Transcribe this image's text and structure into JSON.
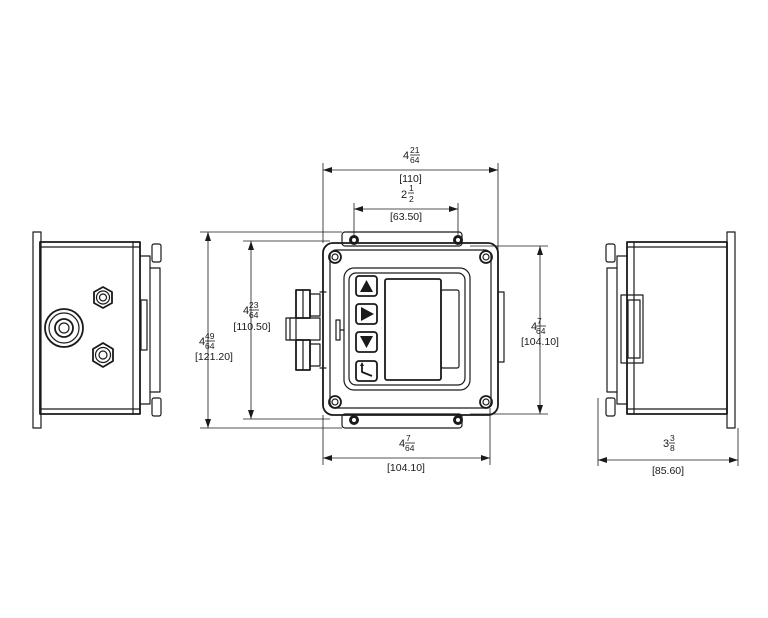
{
  "dimensions": {
    "width_top": {
      "whole": "4",
      "num": "21",
      "den": "64",
      "metric": "[110]"
    },
    "display_width": {
      "whole": "2",
      "num": "1",
      "den": "2",
      "metric": "[63.50]"
    },
    "overall_height": {
      "whole": "4",
      "num": "49",
      "den": "64",
      "metric": "[121.20]"
    },
    "body_height": {
      "whole": "4",
      "num": "23",
      "den": "64",
      "metric": "[110.50]"
    },
    "right_height": {
      "whole": "4",
      "num": "7",
      "den": "64",
      "metric": "[104.10]"
    },
    "bottom_width": {
      "whole": "4",
      "num": "7",
      "den": "64",
      "metric": "[104.10]"
    },
    "side_depth": {
      "whole": "3",
      "num": "3",
      "den": "8",
      "metric": "[85.60]"
    }
  },
  "icons": {
    "up": "up-arrow-key-icon",
    "right": "right-arrow-key-icon",
    "down": "down-arrow-key-icon",
    "enter": "enter-key-icon"
  }
}
